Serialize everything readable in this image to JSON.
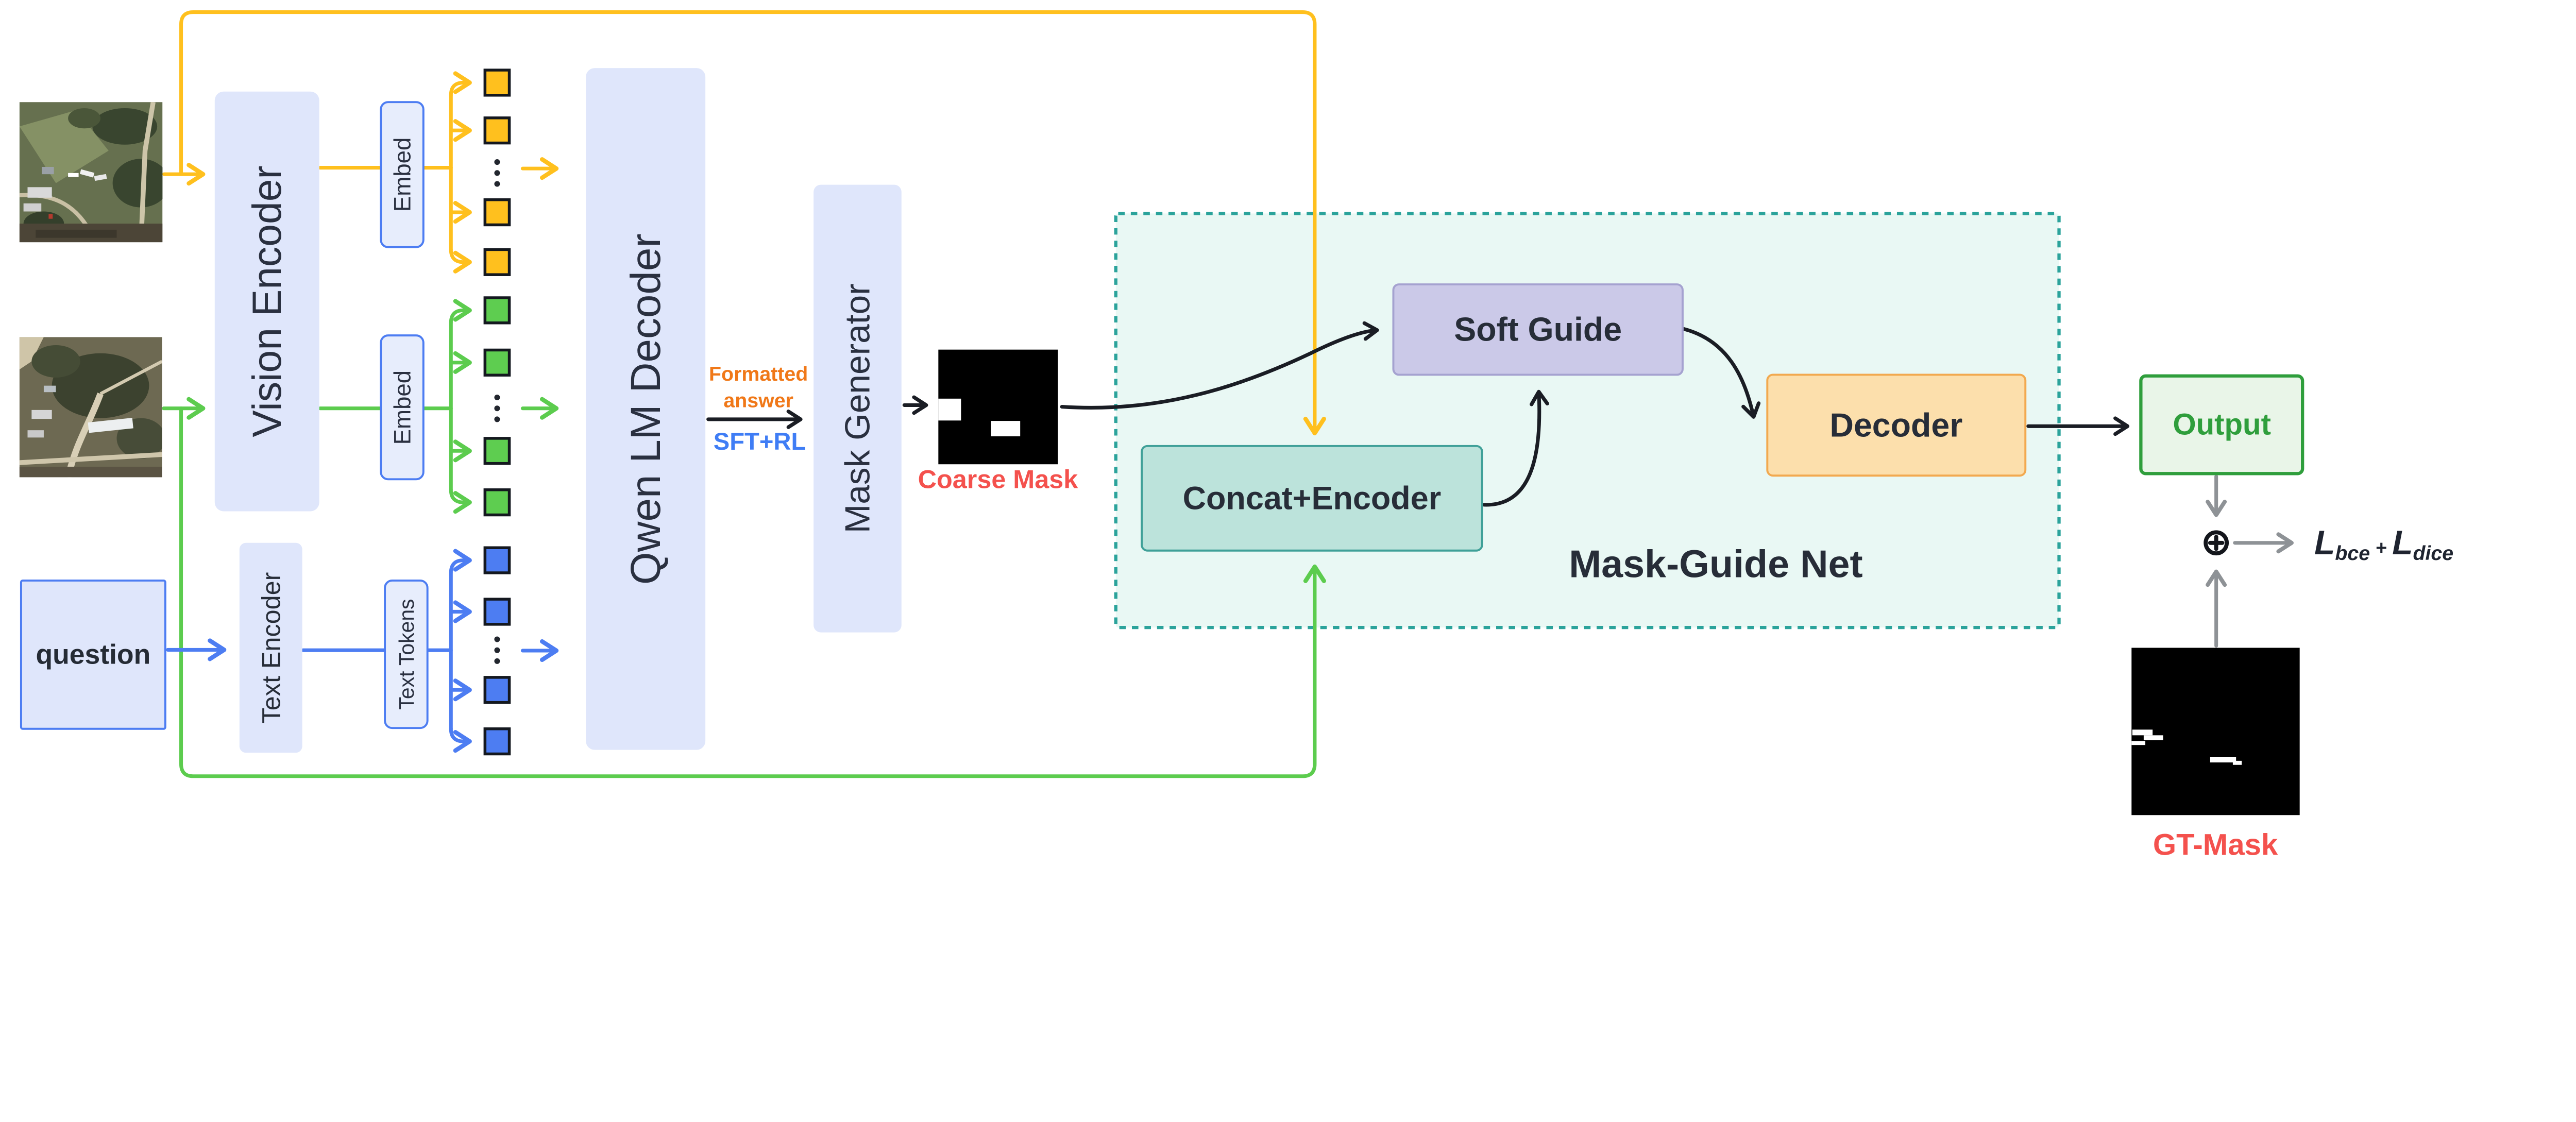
{
  "labels": {
    "question": "question",
    "vision_encoder": "Vision Encoder",
    "text_encoder": "Text Encoder",
    "embed_top": "Embed",
    "embed_middle": "Embed",
    "text_tokens": "Text Tokens",
    "qwen_lm_decoder": "Qwen LM Decoder",
    "mask_generator": "Mask Generator",
    "formatted_answer_line1": "Formatted",
    "formatted_answer_line2": "answer",
    "sft_rl": "SFT+RL",
    "coarse_mask": "Coarse Mask",
    "mask_guide_net": "Mask-Guide Net",
    "concat_encoder": "Concat+Encoder",
    "soft_guide": "Soft Guide",
    "decoder": "Decoder",
    "output": "Output",
    "gt_mask": "GT-Mask",
    "loss_l1": "L",
    "loss_sub1": "bce",
    "loss_plus": " + ",
    "loss_l2": "L",
    "loss_sub2": "dice"
  },
  "icons": {
    "sum": "⊕"
  },
  "colors": {
    "yellow": "#FFC01E",
    "green": "#5CCC4E",
    "token_green": "#5ECD50",
    "blue": "#4D7DF2",
    "blue_text": "#3F7DF5",
    "lavender": "#DFE6FB",
    "embed_fill": "#E7EDFC",
    "lavender_border": "#4D7DF2",
    "panel_fill": "#E9F8F4",
    "panel_border": "#2BA39B",
    "concat_fill": "#BCE3DB",
    "concat_border": "#3FA098",
    "softguide_fill": "#CBC9E8",
    "softguide_border": "#A5A2D0",
    "decoder_fill": "#FCDFAC",
    "decoder_border": "#F2A94F",
    "output_fill": "#E9F5E8",
    "output_green": "#2F9E3C",
    "red": "#F4514D",
    "orange": "#F07818",
    "dark": "#272D38",
    "gray": "#8E9296",
    "black": "#1A1D24"
  }
}
